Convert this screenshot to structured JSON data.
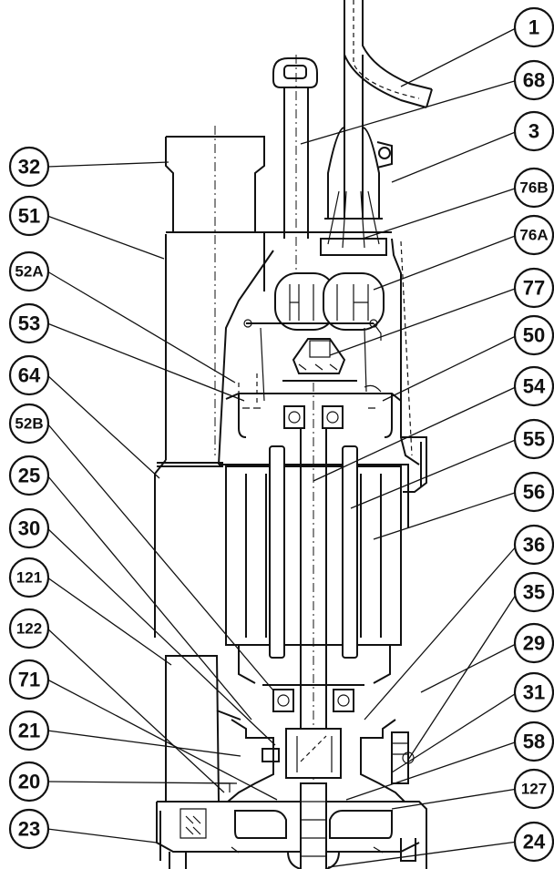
{
  "labels_left": [
    "32",
    "51",
    "52A",
    "53",
    "64",
    "52B",
    "25",
    "30",
    "121",
    "122",
    "71",
    "21",
    "20",
    "23"
  ],
  "labels_right": [
    "1",
    "68",
    "3",
    "76B",
    "76A",
    "77",
    "50",
    "54",
    "55",
    "56",
    "36",
    "35",
    "29",
    "31",
    "58",
    "127",
    "24"
  ]
}
